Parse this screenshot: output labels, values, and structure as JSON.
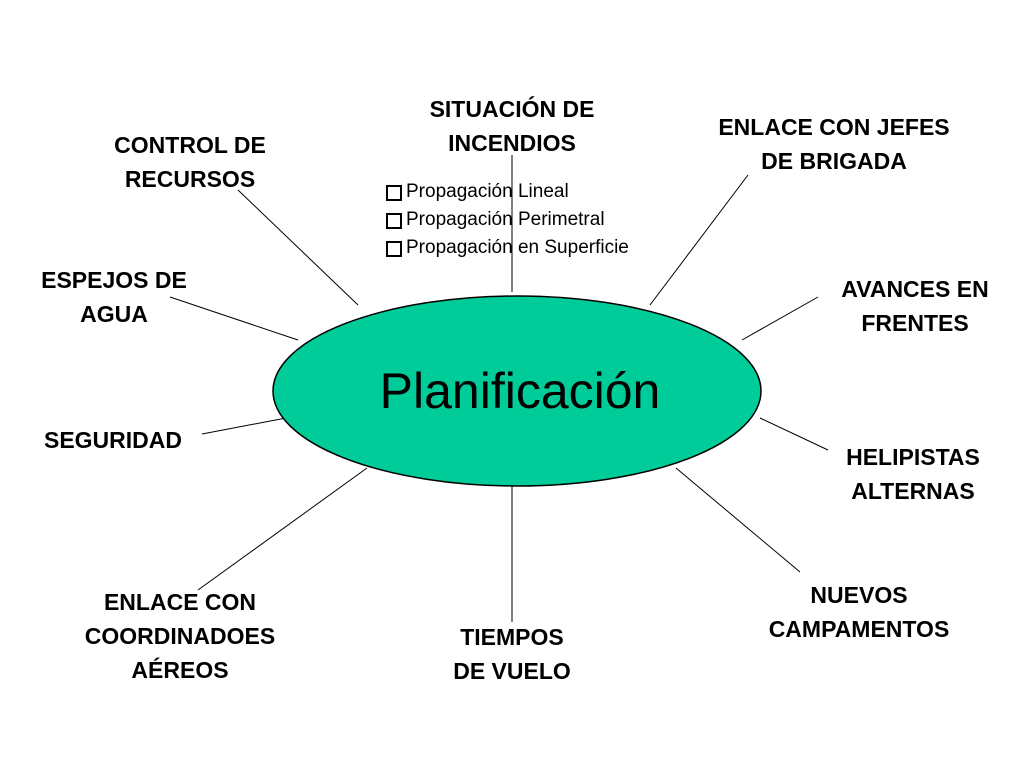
{
  "center": {
    "label": "Planificación"
  },
  "colors": {
    "ellipse_fill": "#00CC99",
    "ellipse_stroke": "#000000",
    "line": "#000000"
  },
  "nodes": {
    "situacion": {
      "line1": "SITUACIÓN DE",
      "line2": "INCENDIOS"
    },
    "control": {
      "line1": "CONTROL DE",
      "line2": "RECURSOS"
    },
    "enlace_jefes": {
      "line1": "ENLACE CON JEFES",
      "line2": "DE BRIGADA"
    },
    "espejos": {
      "line1": "ESPEJOS DE",
      "line2": "AGUA"
    },
    "avances": {
      "line1": "AVANCES EN",
      "line2": "FRENTES"
    },
    "seguridad": {
      "line1": "SEGURIDAD"
    },
    "helipistas": {
      "line1": "HELIPISTAS",
      "line2": "ALTERNAS"
    },
    "enlace_coord": {
      "line1": "ENLACE CON",
      "line2": "COORDINADOES",
      "line3": "AÉREOS"
    },
    "tiempos": {
      "line1": "TIEMPOS",
      "line2": "DE VUELO"
    },
    "nuevos": {
      "line1": "NUEVOS",
      "line2": "CAMPAMENTOS"
    }
  },
  "situacion_bullets": [
    "Propagación Lineal",
    "Propagación Perimetral",
    "Propagación en Superficie"
  ]
}
